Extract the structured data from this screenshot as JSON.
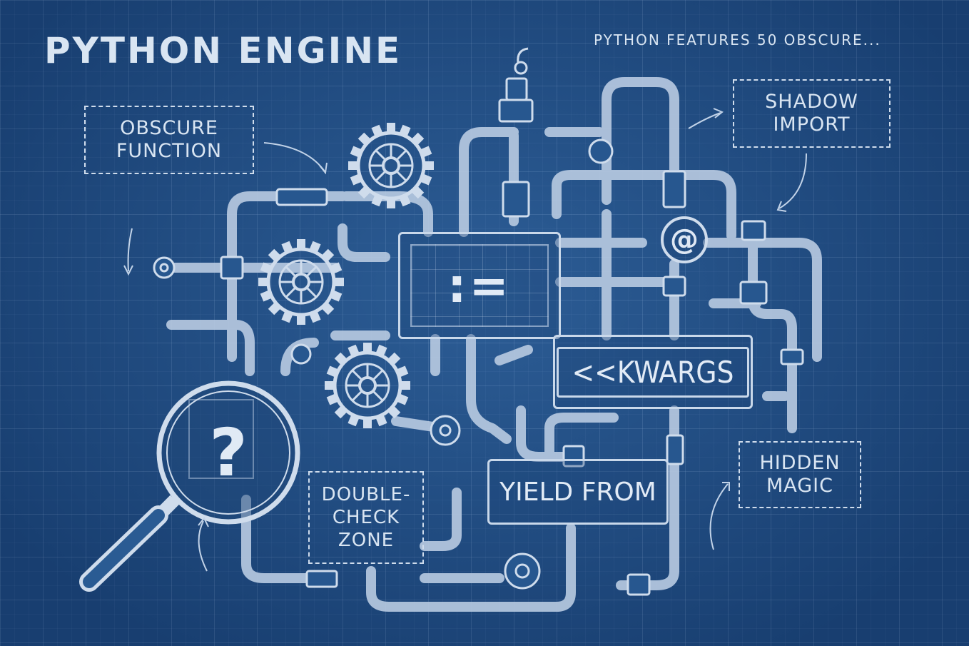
{
  "title": "PYTHON ENGINE",
  "subtitle": "PYTHON FEATURES 50 OBSCURE...",
  "callouts": {
    "obscure_function": "OBSCURE\nFUNCTION",
    "shadow_import": "SHADOW\nIMPORT",
    "double_check_zone": "DOUBLE-\nCHECK\nZONE",
    "hidden_magic": "HIDDEN\nMAGIC"
  },
  "plates": {
    "walrus": ":=",
    "kwargs": "<<KWARGS",
    "yield_from": "YIELD FROM",
    "decorator": "@",
    "question": "?"
  },
  "colors": {
    "background": "#1f4f86",
    "line": "#cfdcec",
    "text": "#d9e5f2"
  }
}
